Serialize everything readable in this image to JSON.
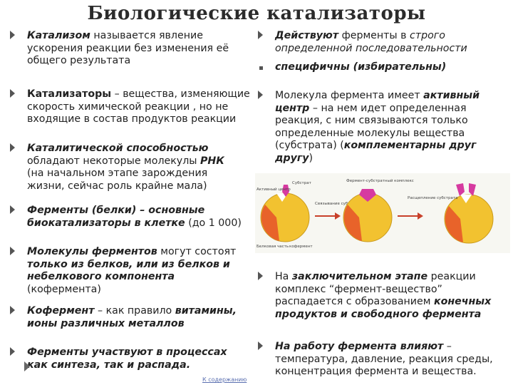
{
  "title": "Биологические катализаторы",
  "left": [
    {
      "parts": [
        {
          "t": "Катализом",
          "s": "bi"
        },
        {
          "t": " называется явление ускорения реакции без изменения её общего результата",
          "s": ""
        }
      ]
    },
    {
      "parts": [
        {
          "t": "Катализаторы",
          "s": "bd"
        },
        {
          "t": " – вещества, изменяющие скорость химической реакции , но не входящие в состав продуктов реакции",
          "s": ""
        }
      ]
    },
    {
      "parts": [
        {
          "t": "Каталитической способностью",
          "s": "bi"
        },
        {
          "t": " обладают некоторые молекулы ",
          "s": ""
        },
        {
          "t": "РНК",
          "s": "bi"
        },
        {
          "t": " (на начальном этапе зарождения жизни, сейчас роль крайне мала)",
          "s": ""
        }
      ]
    },
    {
      "parts": [
        {
          "t": "Ферменты (белки) – основные биокатализаторы в клетке",
          "s": "bi"
        },
        {
          "t": " (до 1 000)",
          "s": ""
        }
      ]
    },
    {
      "parts": [
        {
          "t": "Молекулы ферментов",
          "s": "bi"
        },
        {
          "t": " могут состоят ",
          "s": ""
        },
        {
          "t": "только из белков, или из белков и небелкового компонента",
          "s": "bi"
        },
        {
          "t": " (кофермента)",
          "s": ""
        }
      ]
    },
    {
      "parts": [
        {
          "t": "Кофермент",
          "s": "bi"
        },
        {
          "t": " – как правило ",
          "s": ""
        },
        {
          "t": "витамины, ионы различных металлов",
          "s": "bi"
        }
      ]
    },
    {
      "parts": [
        {
          "t": "Ферменты участвуют в процессах как синтеза, так и распада.",
          "s": "bi"
        }
      ]
    }
  ],
  "right": [
    {
      "parts": [
        {
          "t": "Действуют",
          "s": "bi"
        },
        {
          "t": " ферменты в ",
          "s": ""
        },
        {
          "t": "строго определенной последовательности",
          "s": "it"
        }
      ]
    },
    {
      "parts": [
        {
          "t": "специфичны (избирательны)",
          "s": "bi"
        }
      ]
    },
    {
      "parts": [
        {
          "t": "Молекула фермента имеет ",
          "s": ""
        },
        {
          "t": "активный центр",
          "s": "bi"
        },
        {
          "t": " – на нем идет определенная реакция, с ним связываются только определенные молекулы вещества (субстрата) (",
          "s": ""
        },
        {
          "t": "комплементарны друг другу",
          "s": "bi"
        },
        {
          "t": ")",
          "s": ""
        }
      ]
    },
    {
      "parts": [
        {
          "t": "На ",
          "s": ""
        },
        {
          "t": "заключительном этапе",
          "s": "bi"
        },
        {
          "t": " реакции комплекс “фермент-вещество” распадается с образованием ",
          "s": ""
        },
        {
          "t": "конечных продуктов и свободного фермента",
          "s": "bi"
        }
      ]
    },
    {
      "parts": [
        {
          "t": "На работу фермента влияют",
          "s": "bi"
        },
        {
          "t": " – температура, давление, реакция среды, концентрация фермента и вещества.",
          "s": ""
        }
      ]
    }
  ],
  "diagram": {
    "labels": {
      "substrate": "Субстрат",
      "active_center": "Активный центр",
      "complex": "Фермент-субстратный комплекс",
      "binding": "Связывание субстрата",
      "cleavage": "Расщепление субстрата",
      "protein_part": "Белковая часть",
      "coenzyme": "кофермент"
    },
    "colors": {
      "enzyme": "#f2c230",
      "coenzyme": "#e8632a",
      "substrate": "#d63aa0",
      "arrow": "#c8402a",
      "bg": "#f7f7f2"
    }
  },
  "footer_link": "К содержанию"
}
